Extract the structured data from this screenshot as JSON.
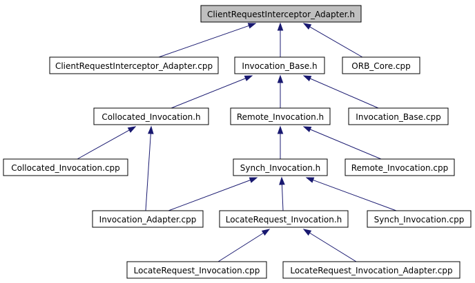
{
  "colors": {
    "edge": "#191970",
    "root_fill": "#bfbfbf",
    "node_fill": "#ffffff",
    "border": "#000000"
  },
  "nodes": [
    {
      "id": "root",
      "label": "ClientRequestInterceptor_Adapter.h",
      "highlight": true
    },
    {
      "id": "cria_cpp",
      "label": "ClientRequestInterceptor_Adapter.cpp"
    },
    {
      "id": "invocation_base_h",
      "label": "Invocation_Base.h"
    },
    {
      "id": "orb_core_cpp",
      "label": "ORB_Core.cpp"
    },
    {
      "id": "collocated_h",
      "label": "Collocated_Invocation.h"
    },
    {
      "id": "remote_h",
      "label": "Remote_Invocation.h"
    },
    {
      "id": "invocation_base_cpp",
      "label": "Invocation_Base.cpp"
    },
    {
      "id": "collocated_cpp",
      "label": "Collocated_Invocation.cpp"
    },
    {
      "id": "synch_h",
      "label": "Synch_Invocation.h"
    },
    {
      "id": "remote_cpp",
      "label": "Remote_Invocation.cpp"
    },
    {
      "id": "invocation_adapter_cpp",
      "label": "Invocation_Adapter.cpp"
    },
    {
      "id": "locate_h",
      "label": "LocateRequest_Invocation.h"
    },
    {
      "id": "synch_cpp",
      "label": "Synch_Invocation.cpp"
    },
    {
      "id": "locate_cpp",
      "label": "LocateRequest_Invocation.cpp"
    },
    {
      "id": "locate_adapter_cpp",
      "label": "LocateRequest_Invocation_Adapter.cpp"
    }
  ],
  "edges": [
    {
      "from": "cria_cpp",
      "to": "root"
    },
    {
      "from": "invocation_base_h",
      "to": "root"
    },
    {
      "from": "orb_core_cpp",
      "to": "root"
    },
    {
      "from": "collocated_h",
      "to": "invocation_base_h"
    },
    {
      "from": "remote_h",
      "to": "invocation_base_h"
    },
    {
      "from": "invocation_base_cpp",
      "to": "invocation_base_h"
    },
    {
      "from": "collocated_cpp",
      "to": "collocated_h"
    },
    {
      "from": "invocation_adapter_cpp",
      "to": "collocated_h"
    },
    {
      "from": "synch_h",
      "to": "remote_h"
    },
    {
      "from": "remote_cpp",
      "to": "remote_h"
    },
    {
      "from": "invocation_adapter_cpp",
      "to": "synch_h"
    },
    {
      "from": "locate_h",
      "to": "synch_h"
    },
    {
      "from": "synch_cpp",
      "to": "synch_h"
    },
    {
      "from": "locate_cpp",
      "to": "locate_h"
    },
    {
      "from": "locate_adapter_cpp",
      "to": "locate_h"
    }
  ]
}
